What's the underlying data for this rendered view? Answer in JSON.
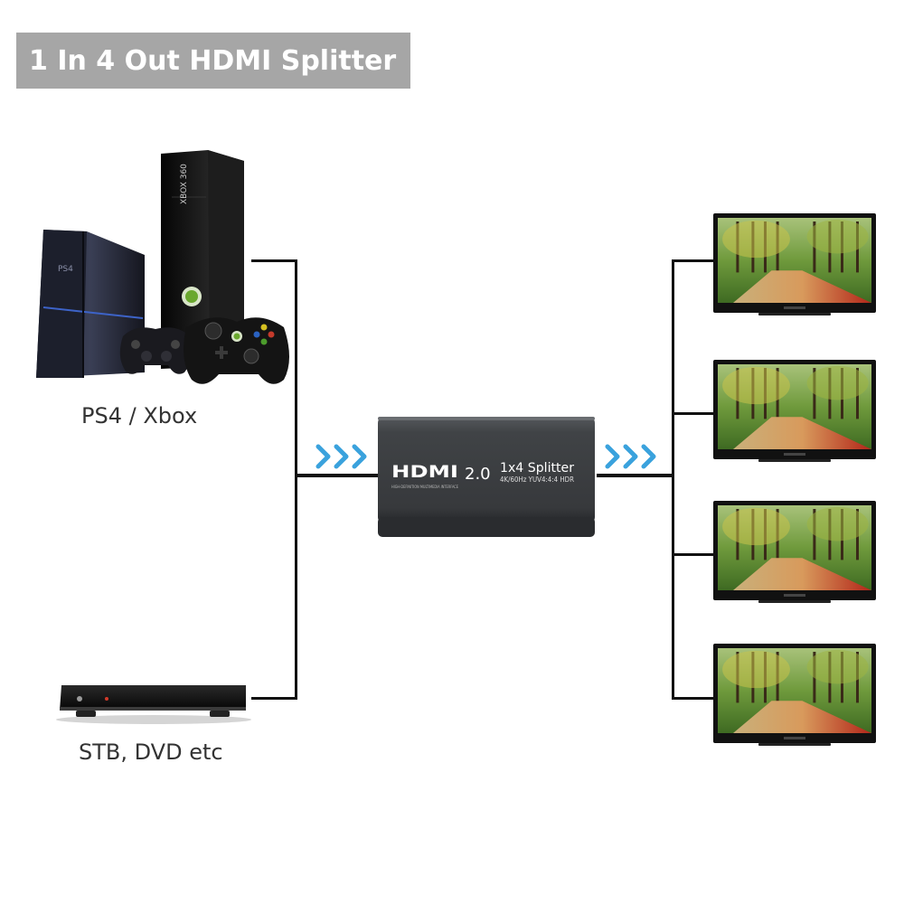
{
  "title": "1 In 4 Out HDMI Splitter",
  "sources": [
    {
      "label": "PS4 / Xbox",
      "icon": "game-console-icon"
    },
    {
      "label": "STB, DVD etc",
      "icon": "set-top-box-icon"
    }
  ],
  "splitter": {
    "brand": "HDMI",
    "brand_tagline": "HIGH-DEFINITION MULTIMEDIA INTERFACE",
    "version": "2.0",
    "model": "1x4 Splitter",
    "spec": "4K/60Hz YUV4:4:4 HDR"
  },
  "console_texts": {
    "xbox_label": "XBOX 360",
    "ps4_label": "PS4"
  },
  "outputs_count": 4,
  "colors": {
    "banner": "#a6a6a6",
    "arrow": "#3aa2dd",
    "wire": "#111111",
    "splitter_body": "#3d3f42"
  }
}
